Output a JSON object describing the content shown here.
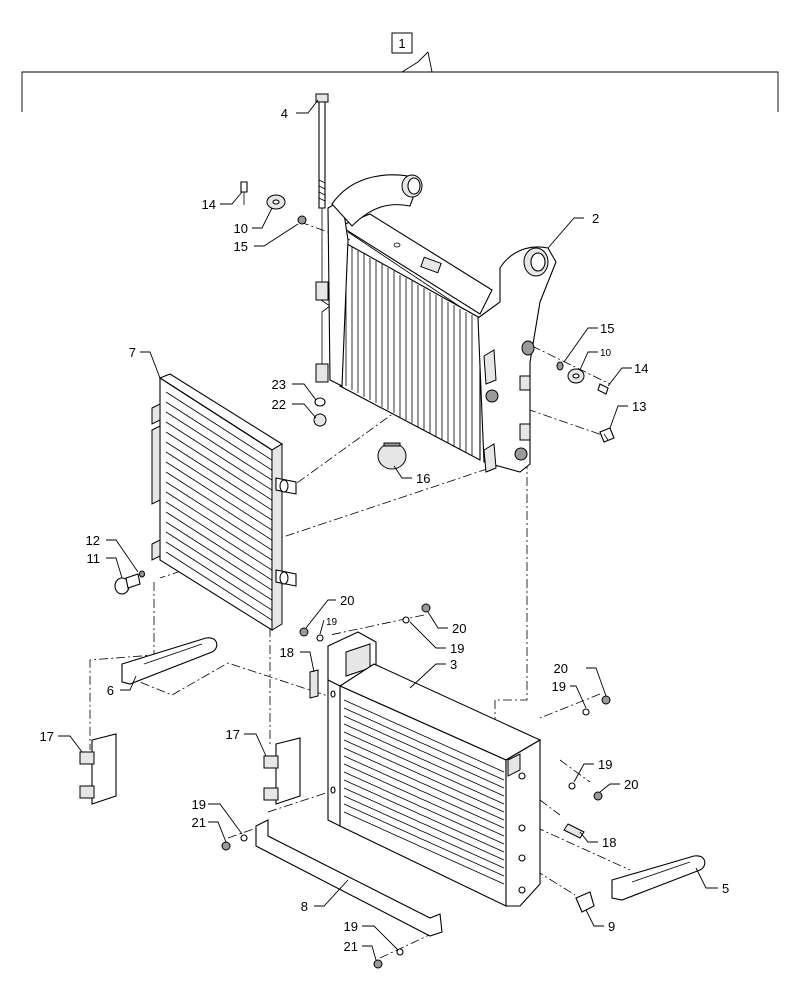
{
  "assembly": {
    "label": "1"
  },
  "callouts": [
    {
      "id": "c-4",
      "text": "4"
    },
    {
      "id": "c-14a",
      "text": "14"
    },
    {
      "id": "c-10a",
      "text": "10"
    },
    {
      "id": "c-15a",
      "text": "15"
    },
    {
      "id": "c-2",
      "text": "2"
    },
    {
      "id": "c-15b",
      "text": "15"
    },
    {
      "id": "c-10b",
      "text": "10"
    },
    {
      "id": "c-14b",
      "text": "14"
    },
    {
      "id": "c-13",
      "text": "13"
    },
    {
      "id": "c-7",
      "text": "7"
    },
    {
      "id": "c-23",
      "text": "23"
    },
    {
      "id": "c-22",
      "text": "22"
    },
    {
      "id": "c-16",
      "text": "16"
    },
    {
      "id": "c-12",
      "text": "12"
    },
    {
      "id": "c-11",
      "text": "11"
    },
    {
      "id": "c-20a",
      "text": "20"
    },
    {
      "id": "c-19a",
      "text": "19"
    },
    {
      "id": "c-20b",
      "text": "20"
    },
    {
      "id": "c-19b",
      "text": "19"
    },
    {
      "id": "c-18a",
      "text": "18"
    },
    {
      "id": "c-3",
      "text": "3"
    },
    {
      "id": "c-20c",
      "text": "20"
    },
    {
      "id": "c-19c",
      "text": "19"
    },
    {
      "id": "c-6",
      "text": "6"
    },
    {
      "id": "c-17a",
      "text": "17"
    },
    {
      "id": "c-17b",
      "text": "17"
    },
    {
      "id": "c-19d",
      "text": "19"
    },
    {
      "id": "c-20d",
      "text": "20"
    },
    {
      "id": "c-19e",
      "text": "19"
    },
    {
      "id": "c-21a",
      "text": "21"
    },
    {
      "id": "c-18b",
      "text": "18"
    },
    {
      "id": "c-5",
      "text": "5"
    },
    {
      "id": "c-8",
      "text": "8"
    },
    {
      "id": "c-9",
      "text": "9"
    },
    {
      "id": "c-19f",
      "text": "19"
    },
    {
      "id": "c-21b",
      "text": "21"
    }
  ]
}
